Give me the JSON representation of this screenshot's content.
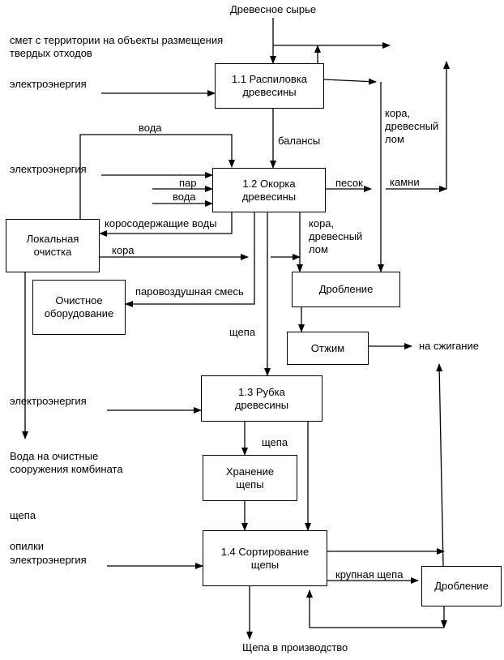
{
  "processes": {
    "p11": "1.1  Распиловка\nдревесины",
    "p12": "1.2  Окорка\nдревесины",
    "p13": "1.3  Рубка\nдревесины",
    "p14": "1.4 Сортирование\nщепы",
    "local": "Локальная\nочистка",
    "cleaning": "Очистное\nоборудование",
    "crush1": "Дробление",
    "press": "Отжим",
    "storage": "Хранение\nщепы",
    "crush2": "Дробление"
  },
  "labels": {
    "raw_wood": "Древесное сырье",
    "waste_sites": "смет с территории на объекты размещения\nтвердых отходов",
    "power1": "электроэнергия",
    "water_top": "вода",
    "power2": "электроэнергия",
    "steam": "пар",
    "water2": "вода",
    "balances": "балансы",
    "bark_top": "кора,\nдревесный\nлом",
    "sand": "песок",
    "stones": "камни",
    "bark_water": "коросодержащие воды",
    "bark_mid": "кора,\nдревесный\nлом",
    "bark": "кора",
    "steam_air": "паровоздушная смесь",
    "chips1": "щепа",
    "to_burn": "на сжигание",
    "power3": "электроэнергия",
    "water_out": "Вода на очистные\nсооружения комбината",
    "chips2": "щепа",
    "chips3": "щепа",
    "sawdust": "опилки",
    "power4": "электроэнергия",
    "coarse_chips": "крупная щепа",
    "chips_prod": "Щепа в производство"
  }
}
